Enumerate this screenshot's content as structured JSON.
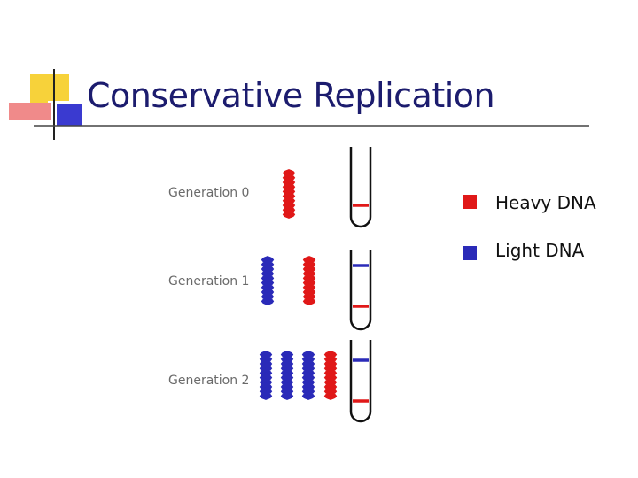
{
  "slide": {
    "title": "Conservative Replication"
  },
  "generations": [
    {
      "label": "Generation 0",
      "molecules": [
        "heavy"
      ],
      "tube_bands": [
        "heavy"
      ]
    },
    {
      "label": "Generation 1",
      "molecules": [
        "light",
        "heavy"
      ],
      "tube_bands": [
        "light",
        "heavy"
      ]
    },
    {
      "label": "Generation 2",
      "molecules": [
        "light",
        "light",
        "light",
        "heavy"
      ],
      "tube_bands": [
        "light",
        "heavy"
      ]
    }
  ],
  "legend": [
    {
      "label": "Heavy DNA",
      "color": "#e01818"
    },
    {
      "label": "Light DNA",
      "color": "#2a2ab8"
    }
  ],
  "colors": {
    "heavy": "#e01818",
    "light": "#2a2ab8",
    "title": "#1c1c6e",
    "accent_yellow": "#f7d23a",
    "accent_red": "#f07070",
    "accent_blue": "#3a3ad0"
  },
  "icons": {
    "dna": "dna-helix-icon",
    "tube": "test-tube-icon"
  }
}
